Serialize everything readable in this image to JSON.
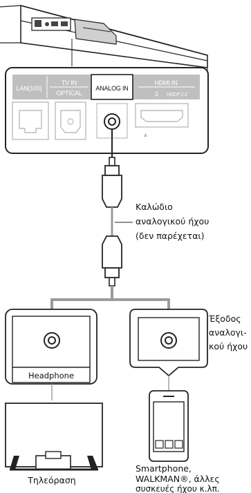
{
  "ports_panel": {
    "lan_label": "LAN(100)",
    "tv_in_label": "TV IN",
    "optical_label": "OPTICAL",
    "analog_in_label": "ANALOG IN",
    "hdmi_in_label": "HDMI IN",
    "hdmi_port_number": "3",
    "hdcp_label": "HDCP 2.2",
    "marker_symbol": "▲"
  },
  "cable_caption": {
    "line1": "Καλώδιο",
    "line2": "αναλογικού ήχου",
    "line3": "(δεν παρέχεται)"
  },
  "analog_output_caption": {
    "line1": "Έξοδος",
    "line2": "αναλογι-",
    "line3": "κού ήχου"
  },
  "headphone_box": {
    "label": "Headphone"
  },
  "tv_caption": "Τηλεόραση",
  "devices_caption": {
    "line1": "Smartphone,",
    "line2": "WALKMAN®, άλλες",
    "line3": "συσκευές ήχου κ.λπ."
  },
  "colors": {
    "line": "#222222",
    "panel_gray": "#bfbfbf",
    "cable_gray": "#9a9a9a",
    "label_white": "#ffffff"
  }
}
